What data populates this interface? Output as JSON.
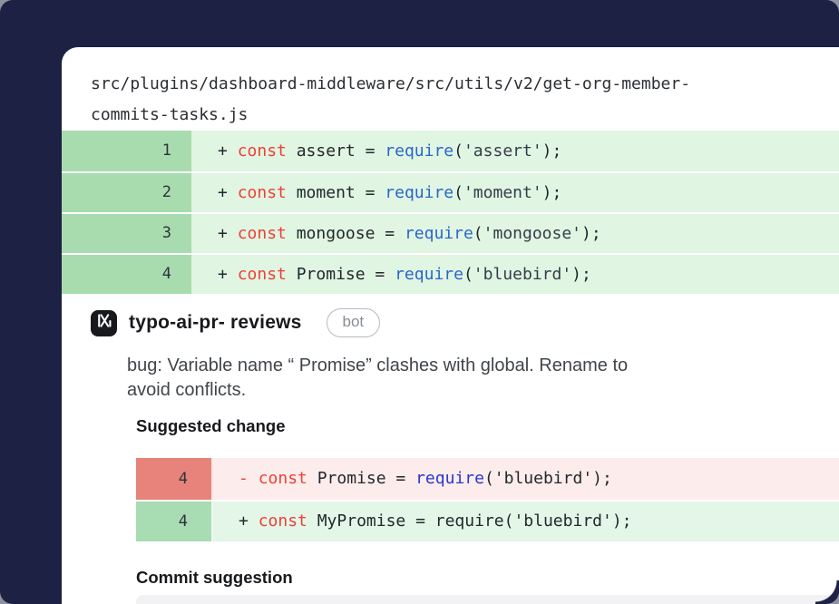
{
  "frame": {
    "bg": "#1d2143",
    "page_bg": "#8e919f",
    "card_bg": "#ffffff"
  },
  "file_header": {
    "path_line1": "src/plugins/dashboard-middleware/src/utils/v2/get-org-member-",
    "path_line2": "commits-tasks.js"
  },
  "token_colors": {
    "plain": "#23282d",
    "kw": "#ee4037",
    "fn": "#2b66c9",
    "fn2": "#2836cf",
    "str": "#353d49"
  },
  "diff": {
    "gutter_bg": "#a8dcae",
    "code_bg": "#e0f5e2",
    "rows": [
      {
        "line": "1",
        "tokens": [
          [
            "+ ",
            "plain"
          ],
          [
            "const ",
            "kw"
          ],
          [
            "assert = ",
            "plain"
          ],
          [
            "require",
            "fn"
          ],
          [
            "(",
            "plain"
          ],
          [
            "'assert'",
            "str"
          ],
          [
            ");",
            "plain"
          ]
        ]
      },
      {
        "line": "2",
        "tokens": [
          [
            "+ ",
            "plain"
          ],
          [
            "const ",
            "kw"
          ],
          [
            "moment = ",
            "plain"
          ],
          [
            "require",
            "fn"
          ],
          [
            "(",
            "plain"
          ],
          [
            "'moment'",
            "str"
          ],
          [
            ");",
            "plain"
          ]
        ]
      },
      {
        "line": "3",
        "tokens": [
          [
            "+ ",
            "plain"
          ],
          [
            "const ",
            "kw"
          ],
          [
            "mongoose = ",
            "plain"
          ],
          [
            "require",
            "fn"
          ],
          [
            "(",
            "plain"
          ],
          [
            "'mongoose'",
            "str"
          ],
          [
            ");",
            "plain"
          ]
        ]
      },
      {
        "line": "4",
        "tokens": [
          [
            "+ ",
            "plain"
          ],
          [
            "const ",
            "kw"
          ],
          [
            "Promise = ",
            "plain"
          ],
          [
            "require",
            "fn"
          ],
          [
            "(",
            "plain"
          ],
          [
            "'bluebird'",
            "str"
          ],
          [
            ");",
            "plain"
          ]
        ]
      }
    ]
  },
  "comment": {
    "author": "typo-ai-pr- reviews",
    "badge": "bot",
    "avatar_icon": "typo-x-logo-icon",
    "body_line1": "bug: Variable name “ Promise” clashes with global. Rename to",
    "body_line2": "avoid conflicts.",
    "suggested_heading": "Suggested change",
    "commit_heading": "Commit suggestion"
  },
  "suggestion": {
    "rows": [
      {
        "line": "4",
        "kind": "del",
        "gutter_bg": "#e7837b",
        "code_bg": "#fceceb",
        "tokens": [
          [
            "- ",
            "kw"
          ],
          [
            "const ",
            "kw"
          ],
          [
            "Promise = ",
            "plain"
          ],
          [
            "require",
            "fn2"
          ],
          [
            "('bluebird');",
            "plain"
          ]
        ]
      },
      {
        "line": "4",
        "kind": "add",
        "gutter_bg": "#a8dcb2",
        "code_bg": "#e3f6e7",
        "tokens": [
          [
            "+ ",
            "plain"
          ],
          [
            "const ",
            "kw"
          ],
          [
            "MyPromise = require('bluebird');",
            "plain"
          ]
        ]
      }
    ]
  }
}
